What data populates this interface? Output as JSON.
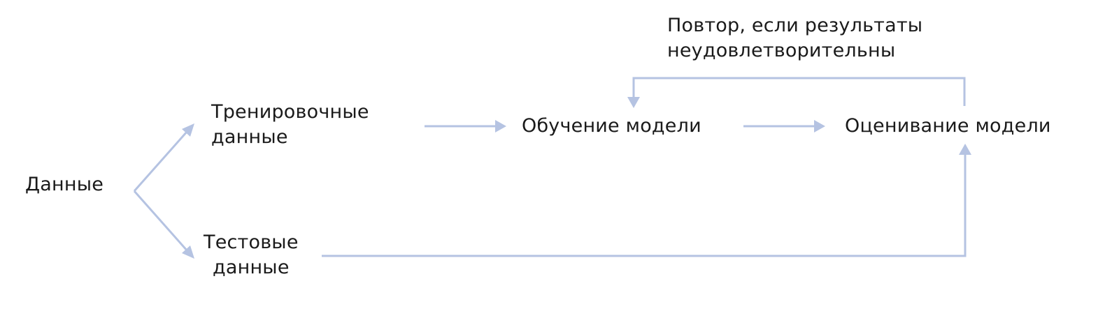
{
  "diagram": {
    "nodes": {
      "data": {
        "label": "Данные"
      },
      "train": {
        "line1": "Тренировочные",
        "line2": "данные"
      },
      "test": {
        "line1": "Тестовые",
        "line2": "данные"
      },
      "fit": {
        "label": "Обучение модели"
      },
      "eval": {
        "label": "Оценивание модели"
      }
    },
    "loop_note": {
      "line1": "Повтор, если результаты",
      "line2": "неудовлетворительны"
    },
    "edges": [
      {
        "from": "data",
        "to": "train"
      },
      {
        "from": "data",
        "to": "test"
      },
      {
        "from": "train",
        "to": "fit"
      },
      {
        "from": "fit",
        "to": "eval"
      },
      {
        "from": "test",
        "to": "eval"
      },
      {
        "from": "eval",
        "to": "fit",
        "label": "loop_note"
      }
    ],
    "colors": {
      "arrow": "#b5c3e2",
      "text": "#1a1a1a",
      "background": "#ffffff"
    }
  }
}
